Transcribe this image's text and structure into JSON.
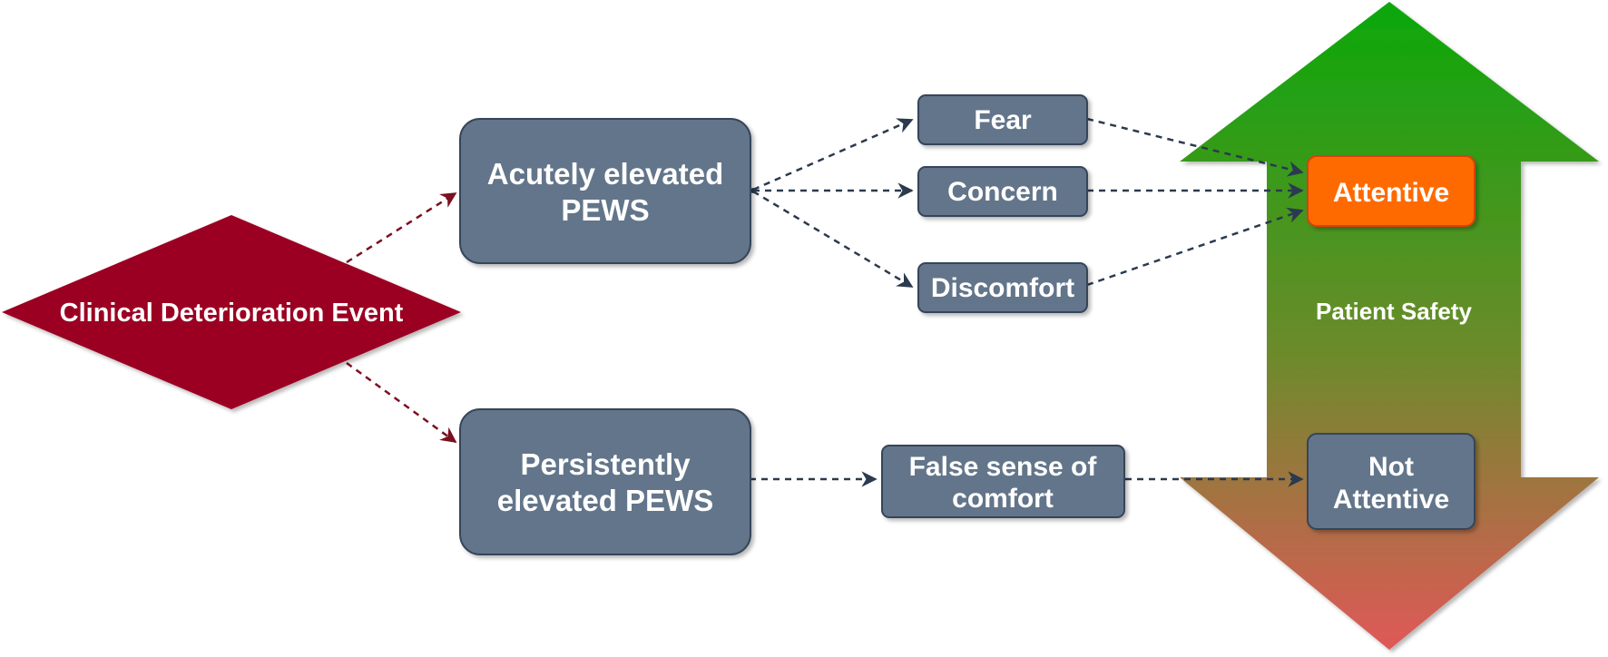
{
  "nodes": {
    "event": {
      "label": "Clinical Deterioration Event"
    },
    "acute": {
      "line1": "Acutely elevated",
      "line2": "PEWS"
    },
    "persistent": {
      "line1": "Persistently",
      "line2": "elevated PEWS"
    },
    "fear": {
      "label": "Fear"
    },
    "concern": {
      "label": "Concern"
    },
    "discomfort": {
      "label": "Discomfort"
    },
    "false_sense": {
      "line1": "False sense of",
      "line2": "comfort"
    },
    "attentive": {
      "label": "Attentive"
    },
    "not_attentive": {
      "line1": "Not",
      "line2": "Attentive"
    }
  },
  "safety_arrow": {
    "label": "Patient Safety"
  },
  "colors": {
    "event_fill": "#9b0020",
    "node_fill": "#64748a",
    "node_stroke": "#34455a",
    "attentive_fill": "#ff6a00",
    "attentive_stroke": "#d8420a",
    "arrow_top": "#0aa80a",
    "arrow_bottom": "#e05858",
    "connector_red": "#7a1020",
    "connector_dark": "#2b3a4e"
  }
}
